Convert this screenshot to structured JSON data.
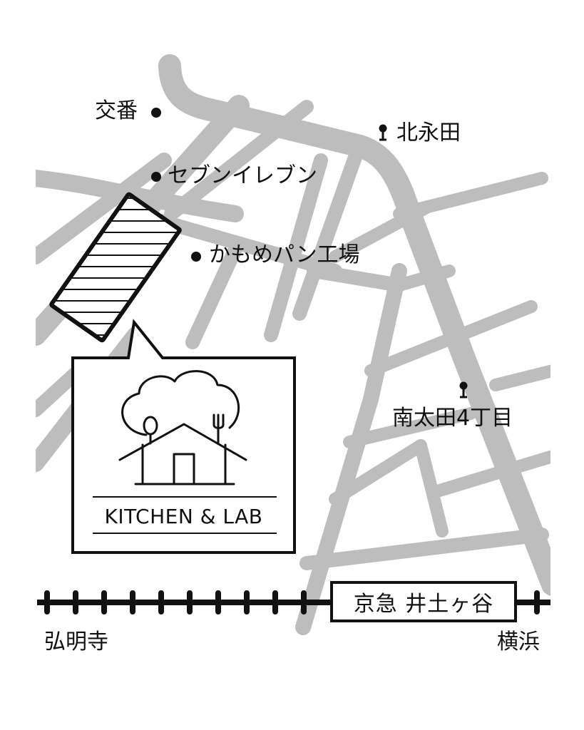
{
  "landmarks": {
    "koban": "交番",
    "seven_eleven": "セブンイレブン",
    "kamome_bakery": "かもめパン工場"
  },
  "bus_stops": {
    "kitanagata": "北永田",
    "minamiota": "南太田4丁目"
  },
  "railway": {
    "line_station": "京急 井土ヶ谷",
    "west_direction": "弘明寺",
    "east_direction": "横浜"
  },
  "shop": {
    "name": "KITCHEN & LAB"
  },
  "colors": {
    "road": "#bdbdbd",
    "ink": "#111111",
    "background": "#ffffff"
  },
  "icons": {
    "landmark_marker": "dot-icon",
    "bus_stop_marker": "bus-stop-pin-icon",
    "shop_logo": "house-cloud-utensils-icon"
  }
}
